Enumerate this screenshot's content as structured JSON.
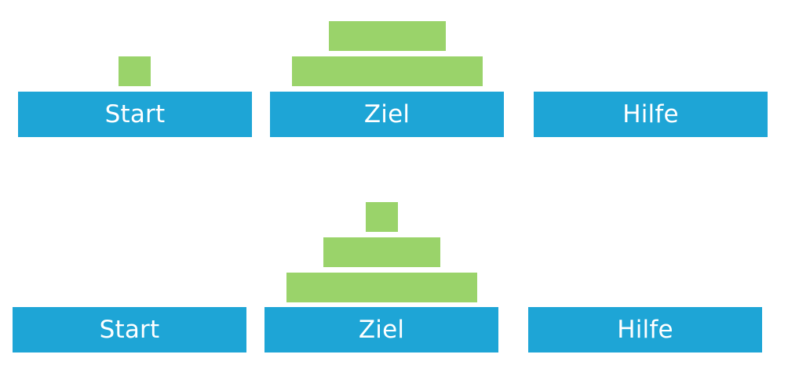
{
  "colors": {
    "peg": "#1ea5d6",
    "disk": "#9ad36a",
    "text": "#ffffff"
  },
  "top_state": {
    "pegs": [
      {
        "label": "Start"
      },
      {
        "label": "Ziel"
      },
      {
        "label": "Hilfe"
      }
    ],
    "disks": [
      {
        "peg": "Start",
        "size": 1
      },
      {
        "peg": "Ziel",
        "size": 3
      },
      {
        "peg": "Ziel",
        "size": 2
      }
    ]
  },
  "bottom_state": {
    "pegs": [
      {
        "label": "Start"
      },
      {
        "label": "Ziel"
      },
      {
        "label": "Hilfe"
      }
    ],
    "disks": [
      {
        "peg": "Ziel",
        "size": 3
      },
      {
        "peg": "Ziel",
        "size": 2
      },
      {
        "peg": "Ziel",
        "size": 1
      }
    ]
  }
}
